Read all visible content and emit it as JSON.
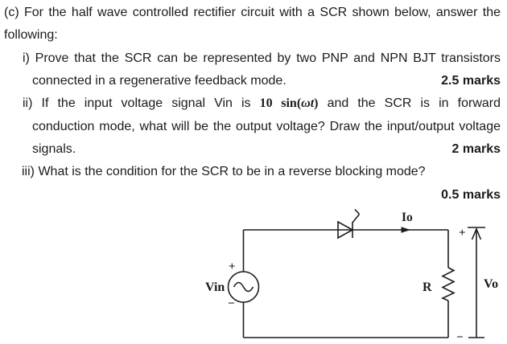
{
  "question": {
    "intro": {
      "line1": "(c) For the half wave controlled rectifier circuit with a SCR shown below, answer the",
      "line2": "following:"
    },
    "item_i": {
      "line1": "i) Prove that the SCR can be represented by two PNP and NPN BJT transistors",
      "line2_text": "connected in a regenerative feedback mode.",
      "marks": "2.5 marks"
    },
    "item_ii": {
      "line1_pre": "ii) If the input voltage signal Vin is ",
      "math_pre": "10 sin(",
      "math_var": "ωt",
      "math_post": ")",
      "line1_post": " and the SCR is in forward",
      "line2": "conduction mode, what will be the output voltage? Draw the input/output voltage",
      "line3_text": "signals.",
      "marks": "2 marks"
    },
    "item_iii": {
      "line1": "iii) What is the condition for the SCR to be in a reverse blocking mode?",
      "marks": "0.5 marks"
    }
  },
  "circuit": {
    "source_label": "Vin",
    "source_plus": "+",
    "source_minus": "−",
    "current_label": "Io",
    "resistor_label": "R",
    "output_label": "Vo",
    "output_plus": "+",
    "output_minus": "−",
    "colors": {
      "line": "#1d1d1d",
      "background": "#ffffff"
    }
  }
}
